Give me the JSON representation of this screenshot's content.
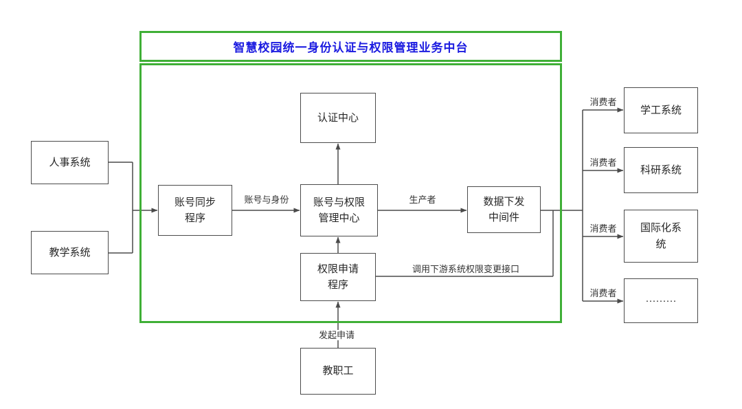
{
  "title": "智慧校园统一身份认证与权限管理业务中台",
  "nodes": {
    "hr_system": "人事系统",
    "teaching_system": "教学系统",
    "account_sync": "账号同步\n程序",
    "auth_center": "认证中心",
    "account_perm_center": "账号与权限\n管理中心",
    "data_middleware": "数据下发\n中间件",
    "perm_apply": "权限申请\n程序",
    "staff": "教职工",
    "student_system": "学工系统",
    "research_system": "科研系统",
    "intl_system": "国际化系\n统",
    "more_systems": "·········"
  },
  "edges": {
    "account_identity": "账号与身份",
    "producer": "生产者",
    "consumer_1": "消费者",
    "consumer_2": "消费者",
    "consumer_3": "消费者",
    "consumer_4": "消费者",
    "call_downstream": "调用下游系统权限变更接口",
    "initiate_apply": "发起申请"
  },
  "colors": {
    "frame_green": "#3faf36",
    "title_blue": "#1b1be0",
    "line_gray": "#4a4a4a",
    "text_dark": "#262626"
  }
}
